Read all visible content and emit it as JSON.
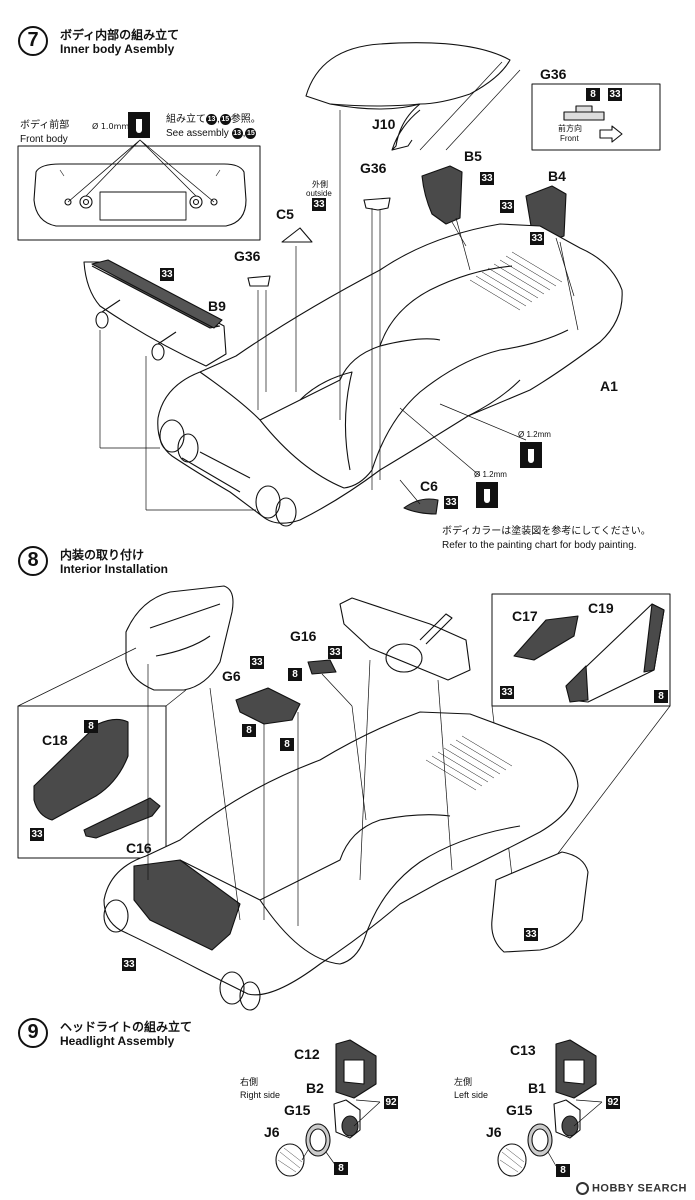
{
  "steps": [
    {
      "number": "7",
      "title_jp": "ボディ内部の組み立て",
      "title_en": "Inner body Asembly"
    },
    {
      "number": "8",
      "title_jp": "内装の取り付け",
      "title_en": "Interior Installation"
    },
    {
      "number": "9",
      "title_jp": "ヘッドライトの組み立て",
      "title_en": "Headlight Assembly"
    }
  ],
  "step7": {
    "front_body_jp": "ボディ前部",
    "front_body_en": "Front body",
    "drill_size_front": "Ø 1.0mm",
    "see_assembly_jp_a": "組み立て",
    "see_assembly_jp_b": "参照。",
    "see_assembly_en": "See assembly",
    "ref_a": "13",
    "ref_b": "15",
    "ref_sep": ",",
    "inset_part": "G36",
    "inset_codes": [
      "8",
      "33"
    ],
    "forward_jp": "前方向",
    "forward_en": "Front",
    "outside_jp": "外側",
    "outside_en": "outside",
    "parts": [
      "J10",
      "G36",
      "B5",
      "B4",
      "C5",
      "G36",
      "B9",
      "A1",
      "C6"
    ],
    "codes": [
      "33",
      "33",
      "33",
      "33",
      "33",
      "33"
    ],
    "drill_size_a": "Ø 1.2mm",
    "drill_size_b": "Ø 1.2mm",
    "paint_note_jp": "ボディカラーは塗装図を参考にしてください。",
    "paint_note_en": "Refer to the painting chart for body painting."
  },
  "step8": {
    "parts": [
      "G16",
      "G6",
      "C18",
      "C16",
      "C17",
      "C19"
    ],
    "codes": [
      "33",
      "8",
      "33",
      "8",
      "8",
      "33",
      "8",
      "33",
      "8",
      "33",
      "33"
    ]
  },
  "step9": {
    "right_jp": "右側",
    "right_en": "Right side",
    "left_jp": "左側",
    "left_en": "Left side",
    "right_parts": [
      "C12",
      "B2",
      "G15",
      "J6"
    ],
    "left_parts": [
      "C13",
      "B1",
      "G15",
      "J6"
    ],
    "codes": [
      "92",
      "8",
      "92",
      "8"
    ]
  },
  "watermark": "HOBBY SEARCH",
  "colors": {
    "ink": "#111111",
    "mark": "#111111",
    "part_fill": "#4a4a4a",
    "paper": "#ffffff"
  }
}
